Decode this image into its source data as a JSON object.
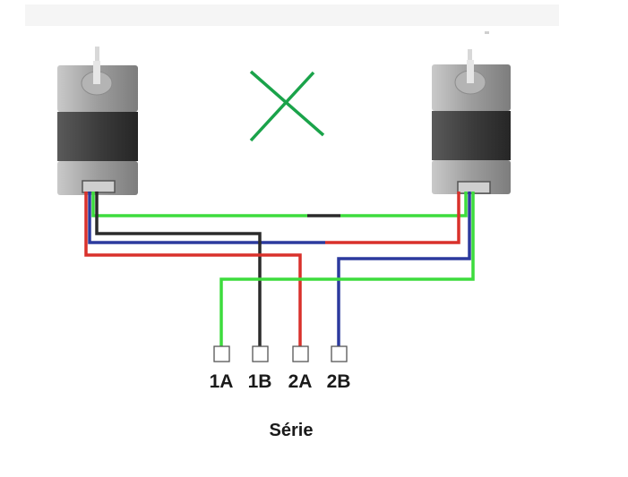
{
  "cross_mark_color": "#1aa34a",
  "terminals": [
    {
      "label": "1A",
      "wire_color": "#3ddc3d"
    },
    {
      "label": "1B",
      "wire_color": "#2b2b2b"
    },
    {
      "label": "2A",
      "wire_color": "#d9312b"
    },
    {
      "label": "2B",
      "wire_color": "#2c3a9e"
    }
  ],
  "caption": "Série"
}
